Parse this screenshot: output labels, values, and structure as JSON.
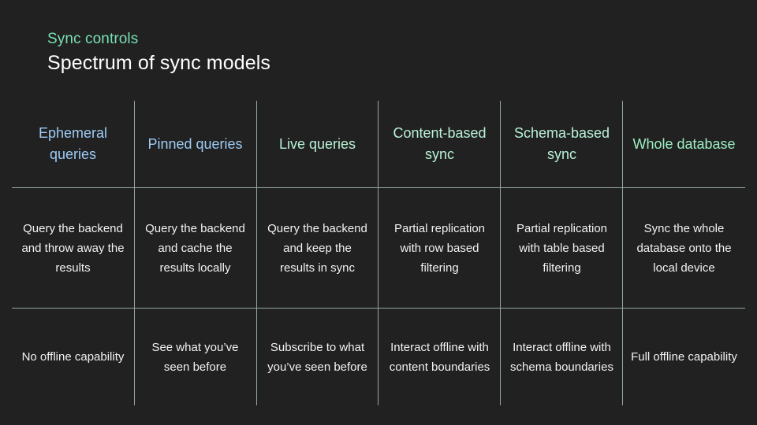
{
  "slide": {
    "background_color": "#212121",
    "eyebrow": "Sync controls",
    "title": "Spectrum of sync models"
  },
  "colors": {
    "eyebrow_green": "#79dfb4",
    "title_white": "#ffffff",
    "header_blue": "#9ecbf5",
    "header_mint": "#b9f2d7",
    "header_green": "#9cefc2",
    "body_text": "#f2f2f2",
    "grid_line": "#93a7a3"
  },
  "table": {
    "columns": [
      {
        "header": "Ephemeral queries",
        "header_color": "#9ecbf5",
        "description": "Query the backend and throw away the results",
        "offline": "No offline capability"
      },
      {
        "header": "Pinned queries",
        "header_color": "#9ecbf5",
        "description": "Query the backend and cache the results locally",
        "offline": "See what you’ve seen before"
      },
      {
        "header": "Live queries",
        "header_color": "#b9f2d7",
        "description": "Query the backend and keep the results in sync",
        "offline": "Subscribe to what you’ve seen before"
      },
      {
        "header": "Content-based sync",
        "header_color": "#b9f2d7",
        "description": "Partial replication with row based filtering",
        "offline": "Interact offline with content boundaries"
      },
      {
        "header": "Schema-based sync",
        "header_color": "#b9f2d7",
        "description": "Partial replication with table based filtering",
        "offline": "Interact offline with schema boundaries"
      },
      {
        "header": "Whole database",
        "header_color": "#9cefc2",
        "description": "Sync the whole database onto the local device",
        "offline": "Full offline capability"
      }
    ]
  }
}
